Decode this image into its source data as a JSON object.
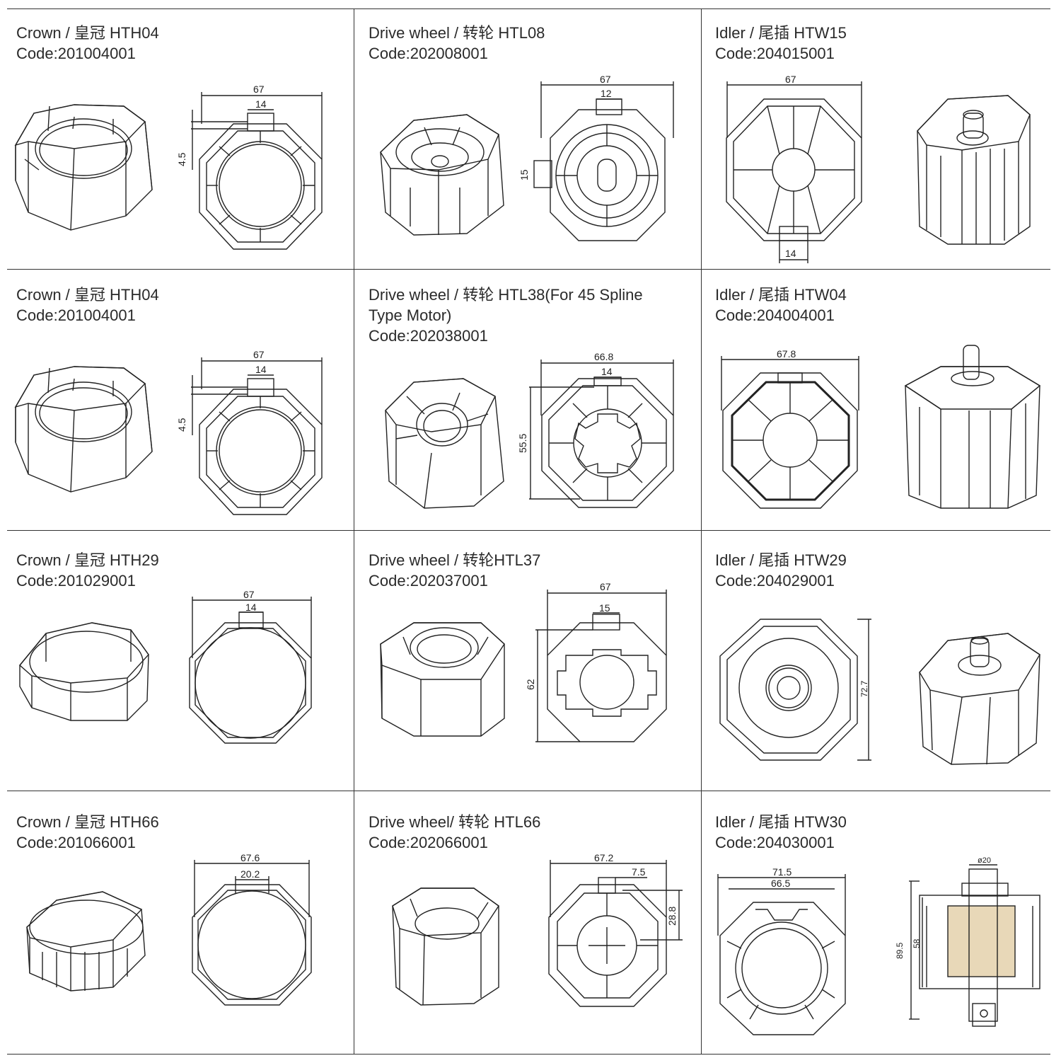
{
  "cells": [
    {
      "title": "Crown / 皇冠 HTH04",
      "code": "Code:201004001",
      "dims": [
        "67",
        "14",
        "4.5"
      ]
    },
    {
      "title": "Drive wheel / 转轮 HTL08",
      "code": "Code:202008001",
      "dims": [
        "67",
        "12",
        "15"
      ]
    },
    {
      "title": "Idler / 尾插 HTW15",
      "code": "Code:204015001",
      "dims": [
        "67",
        "14"
      ]
    },
    {
      "title": "Crown / 皇冠 HTH04",
      "code": "Code:201004001",
      "dims": [
        "67",
        "14",
        "4.5"
      ]
    },
    {
      "title": "Drive wheel / 转轮 HTL38(For 45 Spline",
      "title2": "Type Motor)",
      "code": "Code:202038001",
      "dims": [
        "66.8",
        "14",
        "55.5"
      ]
    },
    {
      "title": "Idler / 尾插 HTW04",
      "code": "Code:204004001",
      "dims": [
        "67.8"
      ]
    },
    {
      "title": "Crown / 皇冠 HTH29",
      "code": "Code:201029001",
      "dims": [
        "67",
        "14"
      ]
    },
    {
      "title": "Drive wheel / 转轮HTL37",
      "code": "Code:202037001",
      "dims": [
        "67",
        "15",
        "62"
      ]
    },
    {
      "title": "Idler / 尾插 HTW29",
      "code": "Code:204029001",
      "dims": [
        "72.7"
      ]
    },
    {
      "title": "Crown / 皇冠 HTH66",
      "code": "Code:201066001",
      "dims": [
        "67.6",
        "20.2"
      ]
    },
    {
      "title": "Drive wheel/ 转轮 HTL66",
      "code": "Code:202066001",
      "dims": [
        "67.2",
        "7.5",
        "28.8"
      ]
    },
    {
      "title": "Idler / 尾插 HTW30",
      "code": "Code:204030001",
      "dims": [
        "71.5",
        "66.5",
        "ø20",
        "89.5",
        "58"
      ]
    }
  ]
}
